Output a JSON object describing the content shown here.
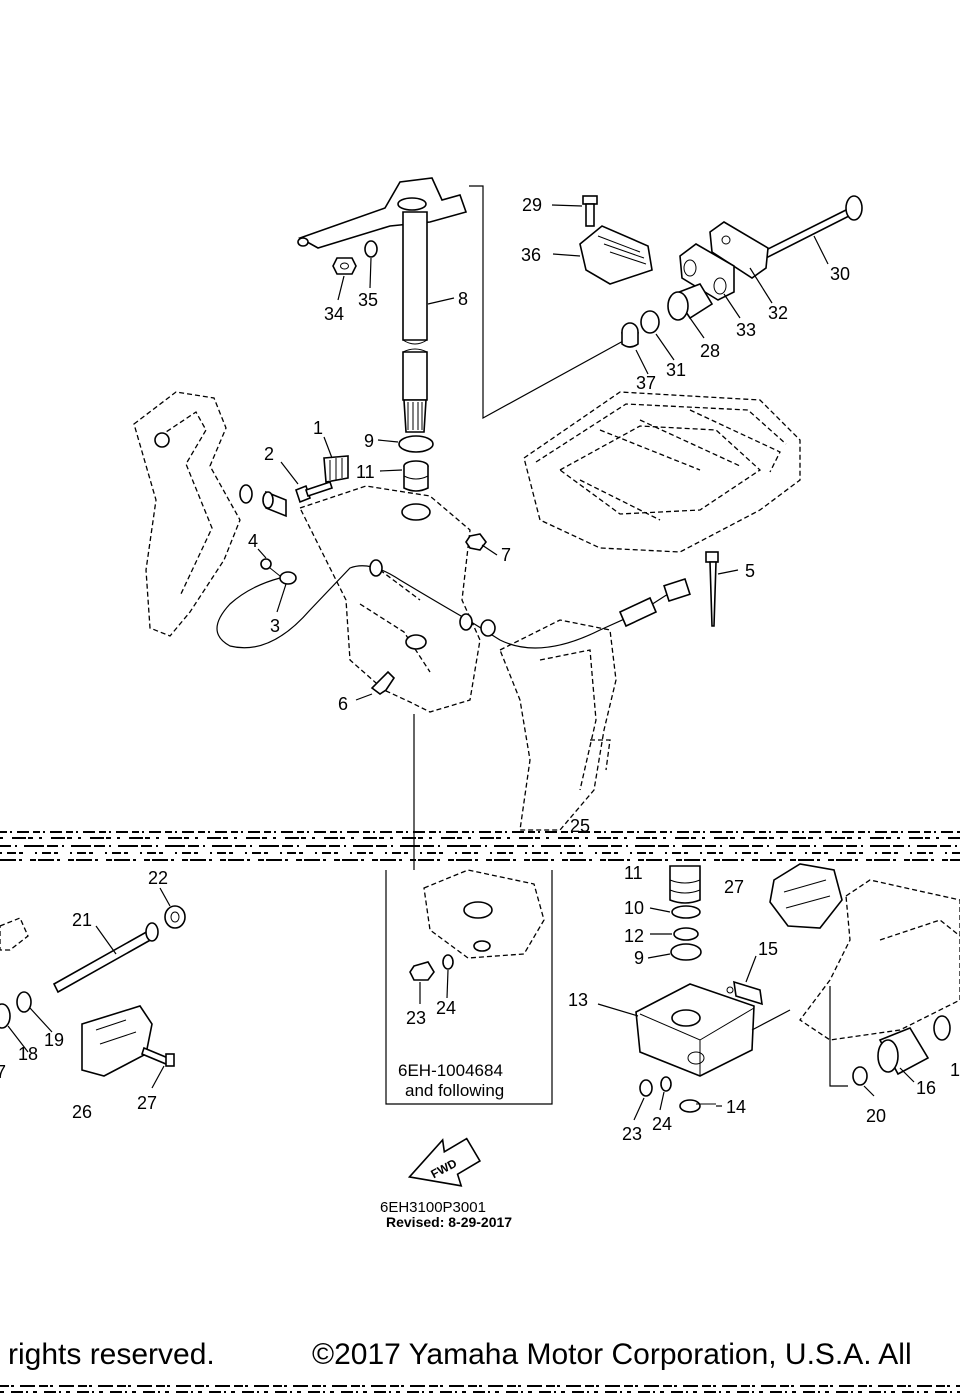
{
  "diagram": {
    "callouts": [
      {
        "id": "1",
        "label": "1"
      },
      {
        "id": "2",
        "label": "2"
      },
      {
        "id": "3",
        "label": "3"
      },
      {
        "id": "4",
        "label": "4"
      },
      {
        "id": "5",
        "label": "5"
      },
      {
        "id": "6",
        "label": "6"
      },
      {
        "id": "7",
        "label": "7"
      },
      {
        "id": "8",
        "label": "8"
      },
      {
        "id": "9a",
        "label": "9"
      },
      {
        "id": "11a",
        "label": "11"
      },
      {
        "id": "28",
        "label": "28"
      },
      {
        "id": "29",
        "label": "29"
      },
      {
        "id": "30",
        "label": "30"
      },
      {
        "id": "31",
        "label": "31"
      },
      {
        "id": "32",
        "label": "32"
      },
      {
        "id": "33",
        "label": "33"
      },
      {
        "id": "34",
        "label": "34"
      },
      {
        "id": "35",
        "label": "35"
      },
      {
        "id": "36",
        "label": "36"
      },
      {
        "id": "37",
        "label": "37"
      },
      {
        "id": "25",
        "label": "25"
      },
      {
        "id": "22",
        "label": "22"
      },
      {
        "id": "21",
        "label": "21"
      },
      {
        "id": "19",
        "label": "19"
      },
      {
        "id": "18",
        "label": "18"
      },
      {
        "id": "7b",
        "label": "7"
      },
      {
        "id": "26",
        "label": "26"
      },
      {
        "id": "27a",
        "label": "27"
      },
      {
        "id": "23a",
        "label": "23"
      },
      {
        "id": "24a",
        "label": "24"
      },
      {
        "id": "11b",
        "label": "11"
      },
      {
        "id": "27b",
        "label": "27"
      },
      {
        "id": "10",
        "label": "10"
      },
      {
        "id": "12",
        "label": "12"
      },
      {
        "id": "9b",
        "label": "9"
      },
      {
        "id": "15",
        "label": "15"
      },
      {
        "id": "13",
        "label": "13"
      },
      {
        "id": "14",
        "label": "14"
      },
      {
        "id": "23b",
        "label": "23"
      },
      {
        "id": "24b",
        "label": "24"
      },
      {
        "id": "16",
        "label": "16"
      },
      {
        "id": "20",
        "label": "20"
      },
      {
        "id": "1b",
        "label": "1"
      }
    ],
    "inset_note_line1": "6EH-1004684",
    "inset_note_line2": "and following",
    "fwd_label": "FWD",
    "drawing_code": "6EH3100P3001",
    "revised": "Revised: 8-29-2017"
  },
  "footer": {
    "left_text": "rights reserved.",
    "right_text": "©2017 Yamaha Motor Corporation, U.S.A. All"
  }
}
